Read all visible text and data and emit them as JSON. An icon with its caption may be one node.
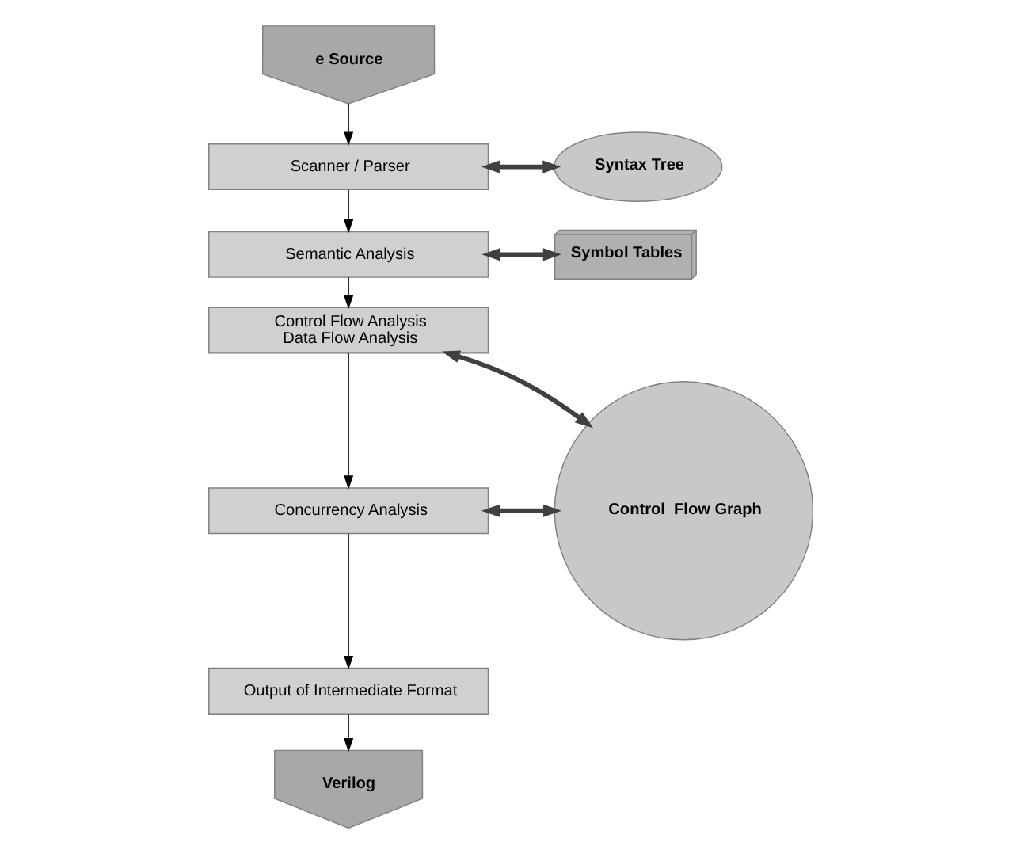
{
  "diagram": {
    "nodes": [
      {
        "text": [
          "e Source"
        ]
      },
      {
        "text": [
          "Scanner / Parser"
        ]
      },
      {
        "text": [
          "Semantic Analysis"
        ]
      },
      {
        "text": [
          "Control Flow Analysis",
          "Data Flow Analysis"
        ]
      },
      {
        "text": [
          "Concurrency Analysis"
        ]
      },
      {
        "text": [
          "Output of Intermediate Format"
        ]
      },
      {
        "text": [
          "Verilog"
        ]
      },
      {
        "text": [
          "Syntax Tree"
        ]
      },
      {
        "text": [
          "Symbol Tables"
        ]
      },
      {
        "text": [
          "Control  Flow Graph"
        ]
      }
    ],
    "edges": [
      {
        "from": 0,
        "to": 1,
        "arrow": "to"
      },
      {
        "from": 1,
        "to": 2,
        "arrow": "to"
      },
      {
        "from": 2,
        "to": 3,
        "arrow": "to"
      },
      {
        "from": 3,
        "to": 4,
        "arrow": "to"
      },
      {
        "from": 4,
        "to": 5,
        "arrow": "to"
      },
      {
        "from": 5,
        "to": 6,
        "arrow": "to"
      },
      {
        "from": 1,
        "to": 7,
        "arrow": "both",
        "style": "thick",
        "color": "#404040"
      },
      {
        "from": 2,
        "to": 8,
        "arrow": "both",
        "style": "thick",
        "color": "#404040"
      },
      {
        "from": 3,
        "to": 9,
        "arrow": "both",
        "style": "thick",
        "color": "#404040"
      },
      {
        "from": 4,
        "to": 9,
        "arrow": "both",
        "style": "thick",
        "color": "#404040"
      }
    ]
  }
}
